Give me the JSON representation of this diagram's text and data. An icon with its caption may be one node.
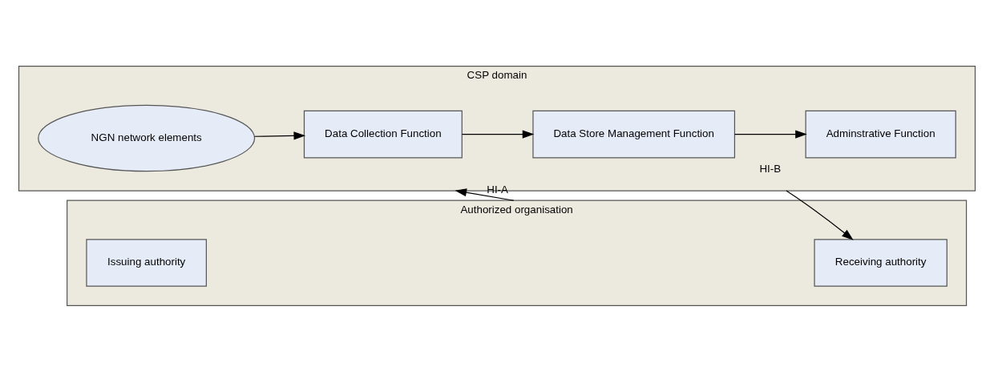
{
  "diagram": {
    "nodes": [
      {
        "text": [
          "CSP domain"
        ]
      },
      {
        "text": [
          "NGN network elements"
        ],
        "in": 0
      },
      {
        "text": [
          "Data Collection Function"
        ],
        "in": 0
      },
      {
        "text": [
          "Adminstrative Function"
        ],
        "in": 0
      },
      {
        "text": [
          "Data Store Management Function"
        ],
        "in": 0
      },
      {
        "text": [
          "Authorized organisation"
        ]
      },
      {
        "text": [
          "Issuing authority"
        ],
        "in": 5
      },
      {
        "text": [
          "Receiving authority"
        ],
        "in": 5
      }
    ],
    "edges": [
      {
        "from": 1,
        "to": 2,
        "arrow": "to"
      },
      {
        "from": 2,
        "to": 4,
        "arrow": "to"
      },
      {
        "from": 4,
        "to": 3,
        "arrow": "to"
      },
      {
        "from": 5,
        "to": 0,
        "arrow": "to",
        "label": "HI-A"
      },
      {
        "from": 0,
        "to": 7,
        "arrow": "to",
        "label": "HI-B"
      }
    ]
  }
}
